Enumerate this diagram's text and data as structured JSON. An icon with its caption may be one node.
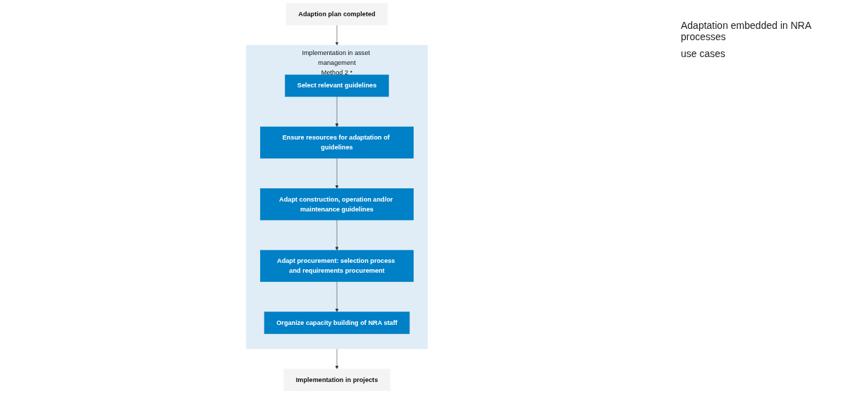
{
  "diagram": {
    "nodes": [
      {
        "text": [
          "Adaption plan completed"
        ]
      },
      {
        "text": [
          "Implementation in asset management",
          "Method 2 *"
        ]
      },
      {
        "text": [
          "Ensure resources for adaptation of guidelines"
        ],
        "in": 1
      },
      {
        "text": [
          "Select relevant guidelines"
        ],
        "in": 1
      },
      {
        "text": [
          "Adapt construction, operation and/or maintenance guidelines"
        ],
        "in": 1
      },
      {
        "text": [
          "Adapt procurement: selection process and requirements procurement"
        ],
        "in": 1
      },
      {
        "text": [
          "Organize capacity building of NRA staff"
        ],
        "in": 1
      },
      {
        "text": [
          "Implementation in projects"
        ]
      }
    ],
    "edges": [
      {
        "from": 0,
        "to": 1,
        "arrow": "to"
      },
      {
        "from": 3,
        "to": 2,
        "arrow": "to"
      },
      {
        "from": 2,
        "to": 4,
        "arrow": "to"
      },
      {
        "from": 4,
        "to": 5,
        "arrow": "to"
      },
      {
        "from": 5,
        "to": 6,
        "arrow": "to"
      },
      {
        "from": 1,
        "to": 7,
        "arrow": "to"
      }
    ],
    "labels": [
      "Adaptation embedded in NRA processes",
      "use cases"
    ]
  }
}
